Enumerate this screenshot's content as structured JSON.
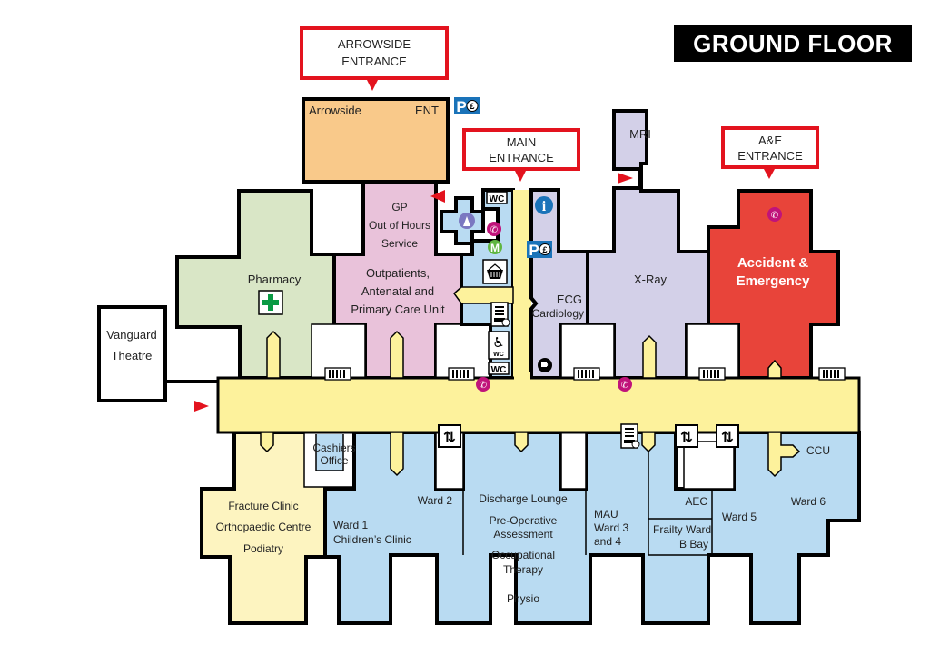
{
  "title": "GROUND FLOOR",
  "colors": {
    "corridor": "#fdf29c",
    "arrowside": "#f9c98a",
    "pharmacy": "#d9e6c6",
    "outpatients": "#e9c2da",
    "blue_wards": "#b9dbf2",
    "purple": "#d3d0e8",
    "ae": "#e8443a",
    "fracture": "#fdf4c0",
    "entrance_border": "#e3131e",
    "arrow": "#e3131e",
    "phone": "#c0137a",
    "info": "#1a73b9"
  },
  "entrances": {
    "arrowside": {
      "line1": "ARROWSIDE",
      "line2": "ENTRANCE"
    },
    "main": {
      "line1": "MAIN",
      "line2": "ENTRANCE"
    },
    "ae": {
      "line1": "A&E",
      "line2": "ENTRANCE"
    }
  },
  "departments": {
    "arrowside": "Arrowside",
    "ent": "ENT",
    "gp": [
      "GP",
      "Out of Hours",
      "Service"
    ],
    "outpatients": [
      "Outpatients,",
      "Antenatal and",
      "Primary Care Unit"
    ],
    "pharmacy": "Pharmacy",
    "vanguard": [
      "Vanguard",
      "Theatre"
    ],
    "ecg": [
      "ECG",
      "Cardiology"
    ],
    "mri": "MRI",
    "xray": "X-Ray",
    "ae": [
      "Accident &",
      "Emergency"
    ],
    "cashiers": [
      "Cashiers",
      "Office"
    ],
    "fracture": [
      "Fracture Clinic",
      "Orthopaedic Centre",
      "Podiatry"
    ],
    "ward1": [
      "Ward 1",
      "Children’s Clinic"
    ],
    "ward2": "Ward 2",
    "discharge": "Discharge Lounge",
    "preop": [
      "Pre-Operative",
      "Assessment"
    ],
    "ot": [
      "Occupational",
      "Therapy"
    ],
    "physio": "Physio",
    "mau": [
      "MAU",
      "Ward 3",
      "and 4"
    ],
    "aec": "AEC",
    "frailty": [
      "Frailty Ward",
      "B Bay"
    ],
    "ward5": "Ward 5",
    "ward6": "Ward 6",
    "ccu": "CCU"
  },
  "icons": {
    "wc": "WC",
    "parking": "P",
    "pound": "£",
    "info": "i",
    "m": "M"
  }
}
